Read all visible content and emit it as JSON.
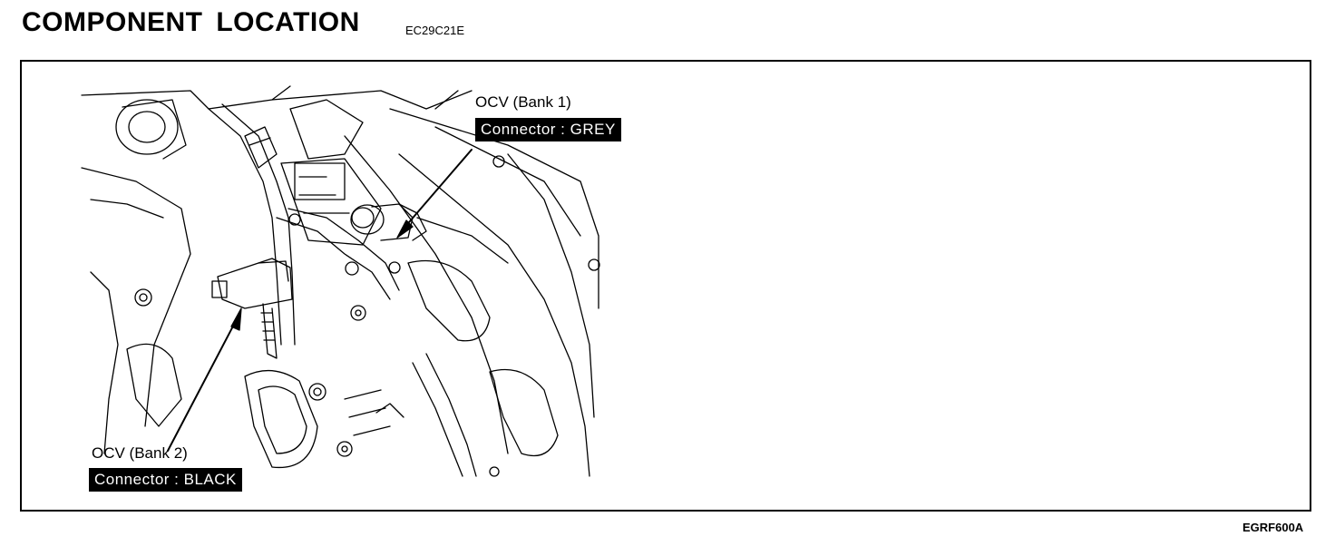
{
  "header": {
    "title": "COMPONENT LOCATION",
    "code": "EC29C21E"
  },
  "figure_id": "EGRF600A",
  "callouts": {
    "bank1": {
      "title": "OCV (Bank 1)",
      "connector": "Connector : GREY"
    },
    "bank2": {
      "title": "OCV (Bank 2)",
      "connector": "Connector : BLACK"
    }
  }
}
